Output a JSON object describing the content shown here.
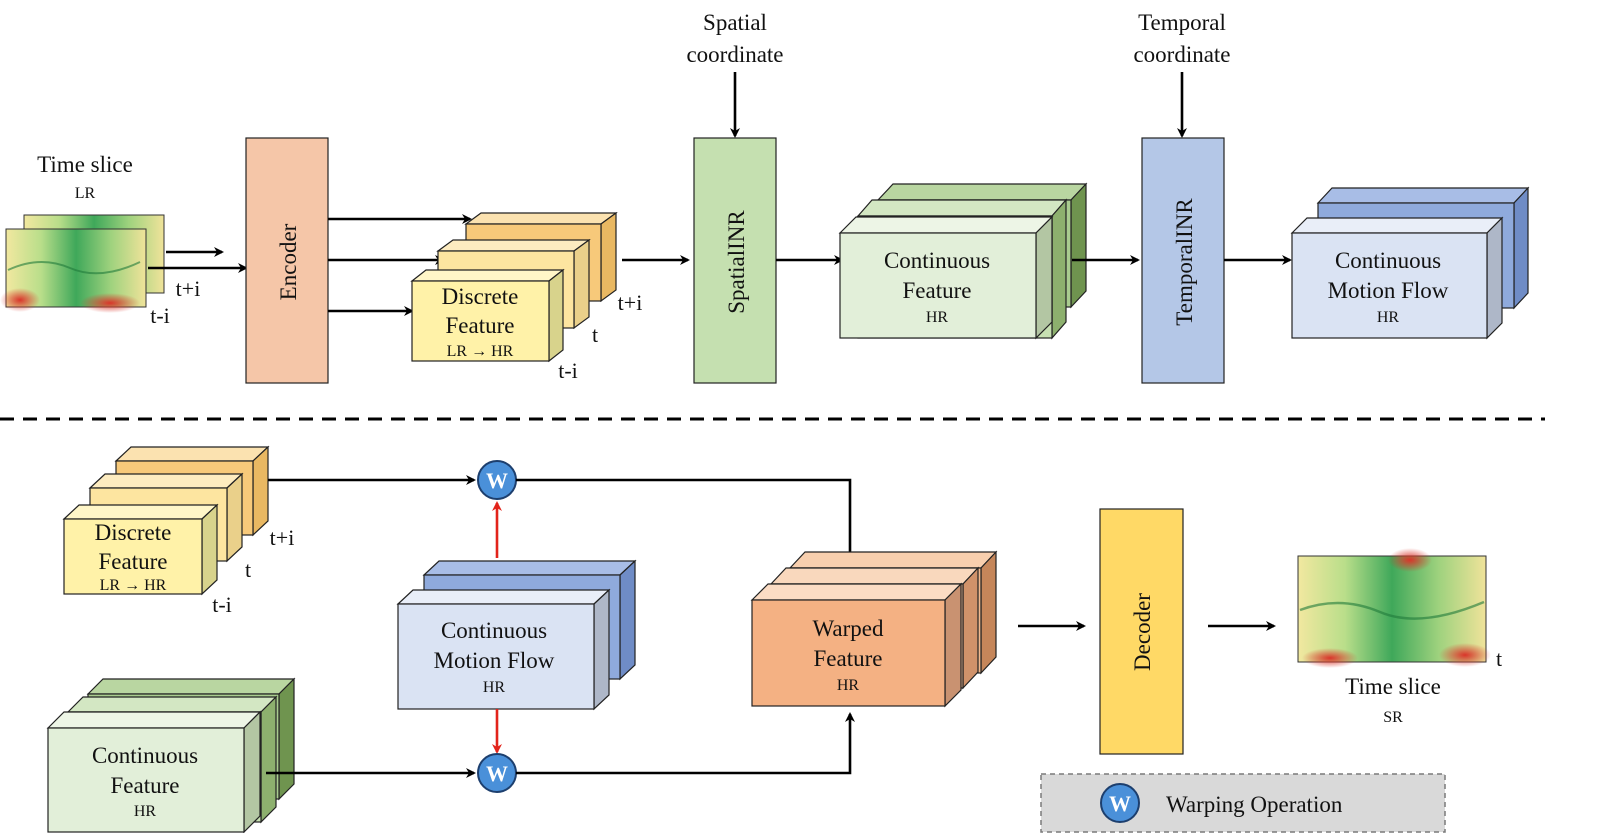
{
  "top": {
    "input": {
      "title": "Time slice",
      "sub": "LR",
      "frame_plus": "t+i",
      "frame_minus": "t-i"
    },
    "encoder": "Encoder",
    "discrete": {
      "line1": "Discrete",
      "line2": "Feature",
      "sub": "LR → HR",
      "frame_plus": "t+i",
      "frame_t": "t",
      "frame_minus": "t-i"
    },
    "spatial_coord": {
      "line1": "Spatial",
      "line2": "coordinate"
    },
    "spatial_inr": "SpatialINR",
    "cont_feature": {
      "line1": "Continuous",
      "line2": "Feature",
      "sub": "HR"
    },
    "temporal_coord": {
      "line1": "Temporal",
      "line2": "coordinate"
    },
    "temporal_inr": "TemporalINR",
    "motion_flow": {
      "line1": "Continuous",
      "line2": "Motion Flow",
      "sub": "HR"
    }
  },
  "bottom": {
    "discrete": {
      "line1": "Discrete",
      "line2": "Feature",
      "sub": "LR → HR",
      "frame_plus": "t+i",
      "frame_t": "t",
      "frame_minus": "t-i"
    },
    "motion_flow": {
      "line1": "Continuous",
      "line2": "Motion Flow",
      "sub": "HR"
    },
    "cont_feature": {
      "line1": "Continuous",
      "line2": "Feature",
      "sub": "HR"
    },
    "warped": {
      "line1": "Warped",
      "line2": "Feature",
      "sub": "HR"
    },
    "decoder": "Decoder",
    "output": {
      "title": "Time slice",
      "sub": "SR",
      "frame_t": "t"
    },
    "warp_symbol": "W"
  },
  "legend": {
    "symbol": "W",
    "label": "Warping Operation"
  },
  "colors": {
    "encoder": "#f5c6a8",
    "spatial_inr": "#c5e0b0",
    "temporal_inr": "#b4c7e7",
    "discrete_front": "#fff2a8",
    "discrete_back": "#f7c97a",
    "green_light": "#e2efd9",
    "green_dark": "#8db06e",
    "blue_light": "#dae3f3",
    "blue_dark": "#8faadc",
    "warped": "#f4b183",
    "decoder": "#ffd966",
    "warp_circle": "#4a90d9",
    "flow_arrow": "#e2231a",
    "legend_bg": "#d9d9d9"
  }
}
